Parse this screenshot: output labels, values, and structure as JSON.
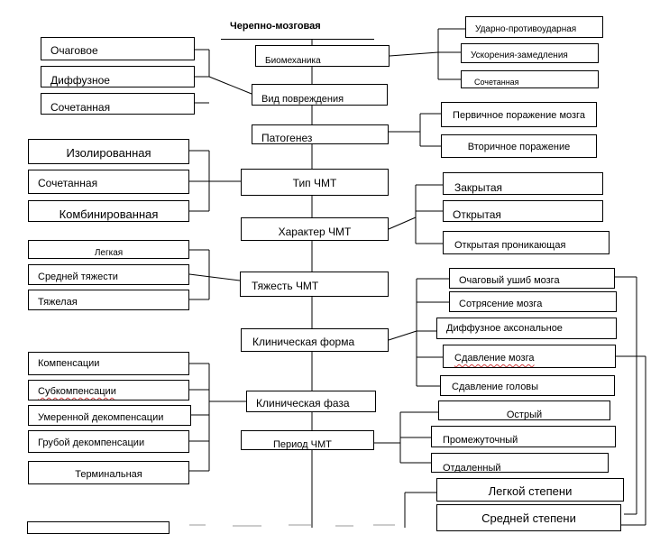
{
  "nodes": {
    "root": "Черепно-мозговая",
    "biomechanics": "Биомеханика",
    "damage_type": "Вид повреждения",
    "pathogenesis": "Патогенез",
    "tbi_type": "Тип ЧМТ",
    "tbi_character": "Характер ЧМТ",
    "tbi_severity": "Тяжесть ЧМТ",
    "clinical_form": "Клиническая форма",
    "clinical_phase": "Клиническая фаза",
    "tbi_period": "Период ЧМТ",
    "shock_countershock": "Ударно-противоударная",
    "acceleration": "Ускорения-замедления",
    "combined_mech": "Сочетанная",
    "focal": "Очаговое",
    "diffuse": "Диффузное",
    "combined_damage": "Сочетанная",
    "primary_lesion": "Первичное поражение мозга",
    "secondary_lesion": "Вторичное поражение",
    "isolated": "Изолированная",
    "combined_type": "Сочетанная",
    "combination": "Комбинированная",
    "closed": "Закрытая",
    "open": "Открытая",
    "open_penetrating": "Открытая проникающая",
    "mild": "Легкая",
    "moderate": "Средней тяжести",
    "severe": "Тяжелая",
    "focal_contusion": "Очаговый ушиб мозга",
    "concussion": "Сотрясение мозга",
    "diffuse_axonal": "Диффузное аксональное",
    "brain_compression": "Сдавление мозга",
    "head_compression": "Сдавление головы",
    "compensation": "Компенсации",
    "subcompensation": "Субкомпенсации",
    "moderate_decomp": "Умеренной декомпенсации",
    "gross_decomp": "Грубой декомпенсации",
    "terminal": "Терминальная",
    "acute": "Острый",
    "intermediate": "Промежуточный",
    "remote": "Отдаленный",
    "mild_degree": "Легкой степени",
    "moderate_degree": "Средней степени"
  }
}
